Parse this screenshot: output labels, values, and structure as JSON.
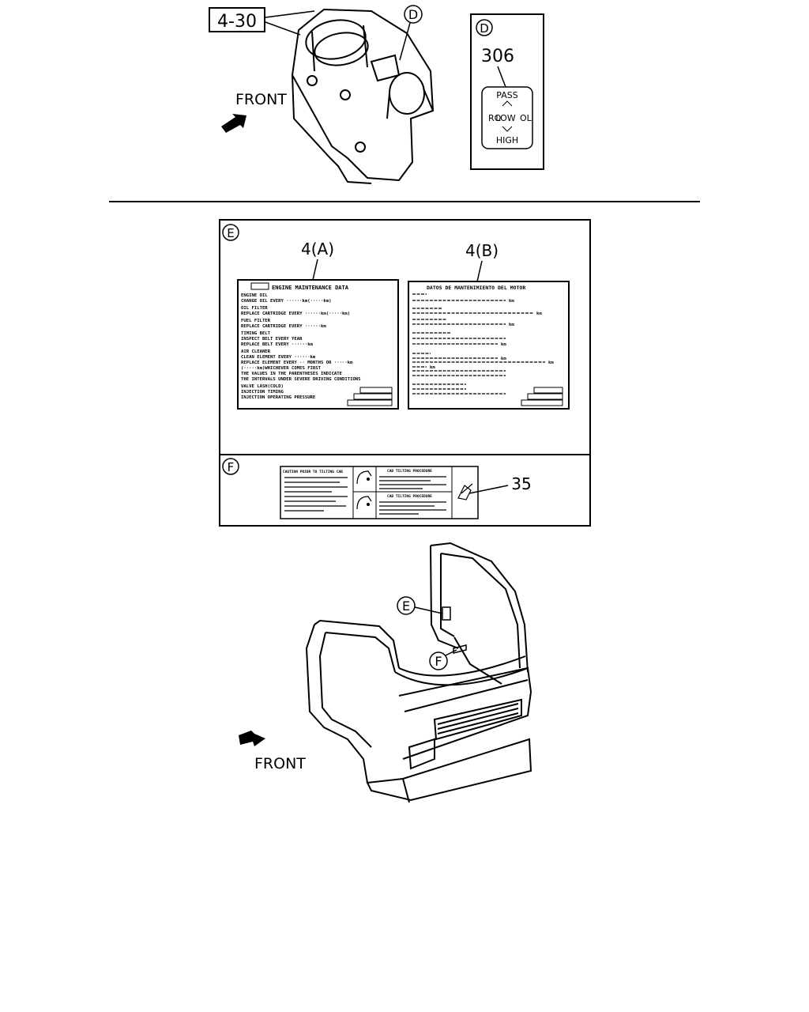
{
  "callouts": {
    "part_4_30": "4-30",
    "part_306": "306",
    "part_4a": "4(A)",
    "part_4b": "4(B)",
    "part_35": "35"
  },
  "views": {
    "d": "D",
    "e": "E",
    "f": "F"
  },
  "front_label": "FRONT",
  "switch_label": {
    "pass": "PASS",
    "ro": "RO",
    "low": "LOW",
    "ol": "OL",
    "high": "HIGH"
  },
  "label_4a": {
    "title": "ENGINE MAINTENANCE DATA",
    "lines": [
      "ENGINE OIL",
      "CHANGE OIL EVERY ······km(·····km)",
      "OIL FILTER",
      "REPLACE CARTRIDGE EVERY ······km(·····km)",
      "FUEL FILTER",
      "REPLACE CARTRIDGE EVERY ······km",
      "TIMING BELT",
      "INSPECT BELT EVERY YEAR",
      "REPLACE BELT EVERY ······km",
      "AIR CLEANER",
      "CLEAN ELEMENT EVERY ······km",
      "REPLACE ELEMENT EVERY ·· MONTHS OR ·····km",
      "(·····km)WHICHEVER COMES FIRST",
      "THE VALUES IN THE PARENTHESES INDICATE",
      "THE INTERVALS UNDER SEVERE DRIVING CONDITIONS",
      "VALVE LASH(COLD)",
      "INJECTION TIMING",
      "INJECTION OPERATING PRESSURE"
    ]
  },
  "label_4b": {
    "title": "DATOS DE MANTENIMIENTO DEL MOTOR",
    "units": [
      "km",
      "km",
      "km",
      "km",
      "km",
      "km",
      "km",
      "km"
    ]
  },
  "label_35": {
    "left_title": "CAUTION PRIOR TO TILTING CAB",
    "top_title": "CAB TILTING PROCEDURE",
    "bottom_title": "CAB TILTING PROCEDURE"
  }
}
